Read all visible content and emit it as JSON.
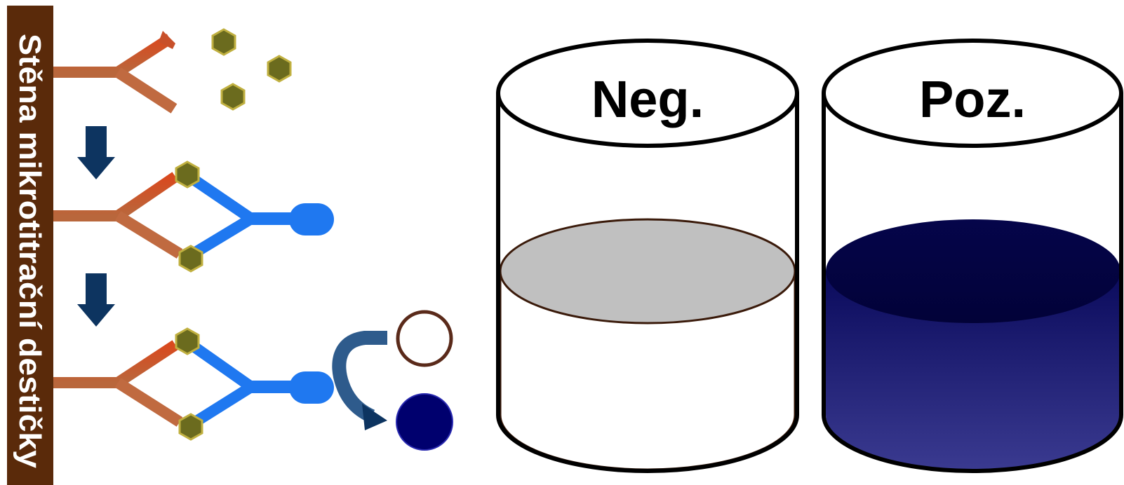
{
  "wall": {
    "label": "Stěna mikrotitrační destičky"
  },
  "wells": {
    "negative": {
      "label": "Neg."
    },
    "positive": {
      "label": "Poz."
    }
  },
  "colors": {
    "wall": "#5a2a0a",
    "capture_antibody": "#c8502a",
    "antigen": "#6b6b1e",
    "detection_antibody": "#1f78f0",
    "arrow": "#0d3460",
    "substrate_outline": "#5a2a1a",
    "product": "#00006e",
    "negative_liquid_top": "#c0c0c0",
    "positive_liquid": "#1a1a6e"
  }
}
